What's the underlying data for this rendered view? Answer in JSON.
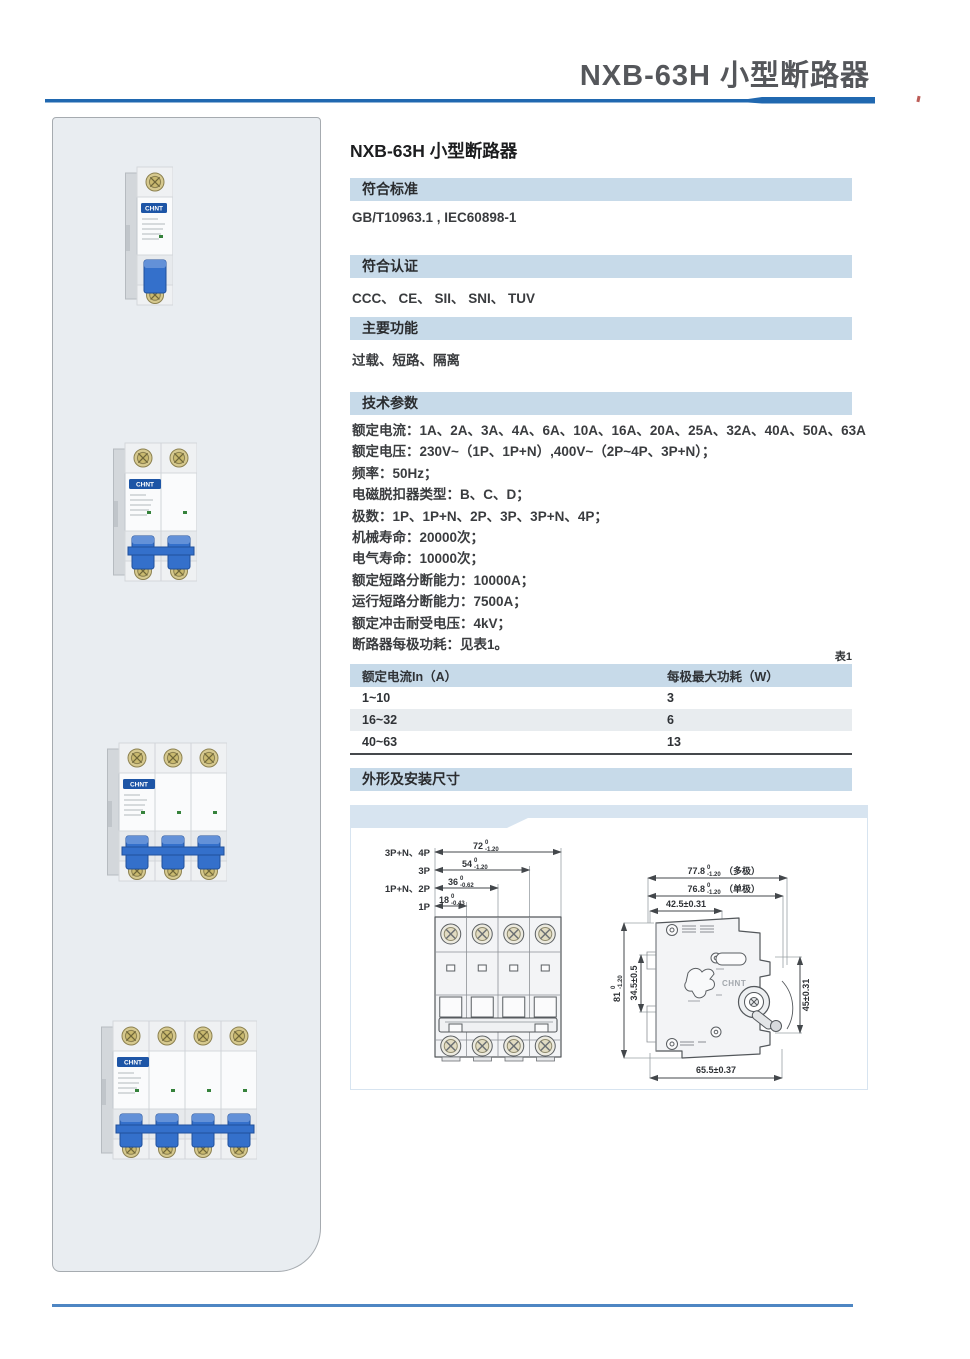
{
  "header": {
    "title": "NXB-63H 小型断路器"
  },
  "content": {
    "title": "NXB-63H 小型断路器"
  },
  "sections": {
    "standards": {
      "title": "符合标准",
      "body": "GB/T10963.1 , IEC60898-1"
    },
    "certs": {
      "title": "符合认证",
      "body": "CCC、 CE、 SII、 SNI、 TUV"
    },
    "functions": {
      "title": "主要功能",
      "body": "过载、短路、隔离"
    },
    "tech": {
      "title": "技术参数",
      "lines": [
        "额定电流：1A、2A、3A、4A、6A、10A、16A、20A、25A、32A、40A、50A、63A",
        "额定电压：230V~（1P、1P+N）,400V~（2P~4P、3P+N）；",
        "频率：50Hz；",
        "电磁脱扣器类型：B、C、D；",
        "极数：1P、1P+N、2P、3P、3P+N、4P；",
        "机械寿命：20000次；",
        "电气寿命：10000次；",
        "额定短路分断能力：10000A；",
        "运行短路分断能力：7500A；",
        "额定冲击耐受电压：4kV；",
        "断路器每极功耗：见表1。"
      ]
    },
    "dims": {
      "title": "外形及安装尺寸"
    }
  },
  "table": {
    "caption": "表1",
    "headers": [
      "额定电流In（A）",
      "每极最大功耗（W）"
    ],
    "rows": [
      [
        "1~10",
        "3"
      ],
      [
        "16~32",
        "6"
      ],
      [
        "40~63",
        "13"
      ]
    ]
  },
  "drawing": {
    "pole_rows": [
      {
        "label": "3P+N、4P",
        "value": "72",
        "tol_top": "0",
        "tol_bot": "-1.20"
      },
      {
        "label": "3P",
        "value": "54",
        "tol_top": "0",
        "tol_bot": "-1.20"
      },
      {
        "label": "1P+N、2P",
        "value": "36",
        "tol_top": "0",
        "tol_bot": "-0.62"
      },
      {
        "label": "1P",
        "value": "18",
        "tol_top": "0",
        "tol_bot": "-0.43"
      }
    ],
    "side": {
      "multi": {
        "value": "77.8",
        "tol_top": "0",
        "tol_bot": "-1.20",
        "suffix": "（多极）"
      },
      "single": {
        "value": "76.8",
        "tol_top": "0",
        "tol_bot": "-1.20",
        "suffix": "（单极）"
      },
      "rail_width": "42.5±0.31",
      "height": {
        "value": "81",
        "tol_top": "0",
        "tol_bot": "-1.20"
      },
      "clip_height": "34.5±0.5",
      "front_height": "45±0.31",
      "base_width": "65.5±0.37",
      "brand": "CHNT"
    }
  },
  "products": {
    "brand": "CHNT",
    "items": [
      {
        "poles": 1
      },
      {
        "poles": 2
      },
      {
        "poles": 3
      },
      {
        "poles": 4
      }
    ]
  },
  "colors": {
    "accent_blue": "#2068b0",
    "bottom_rule_blue": "#4e86c3",
    "section_bar": "#c7dae9",
    "panel_bg": "#e9edf1",
    "drawing_band": "#d7e4f0",
    "table_stripe": "#e8ecef",
    "toggle_blue": "#3470cb",
    "brand_blue": "#1d55a6"
  }
}
